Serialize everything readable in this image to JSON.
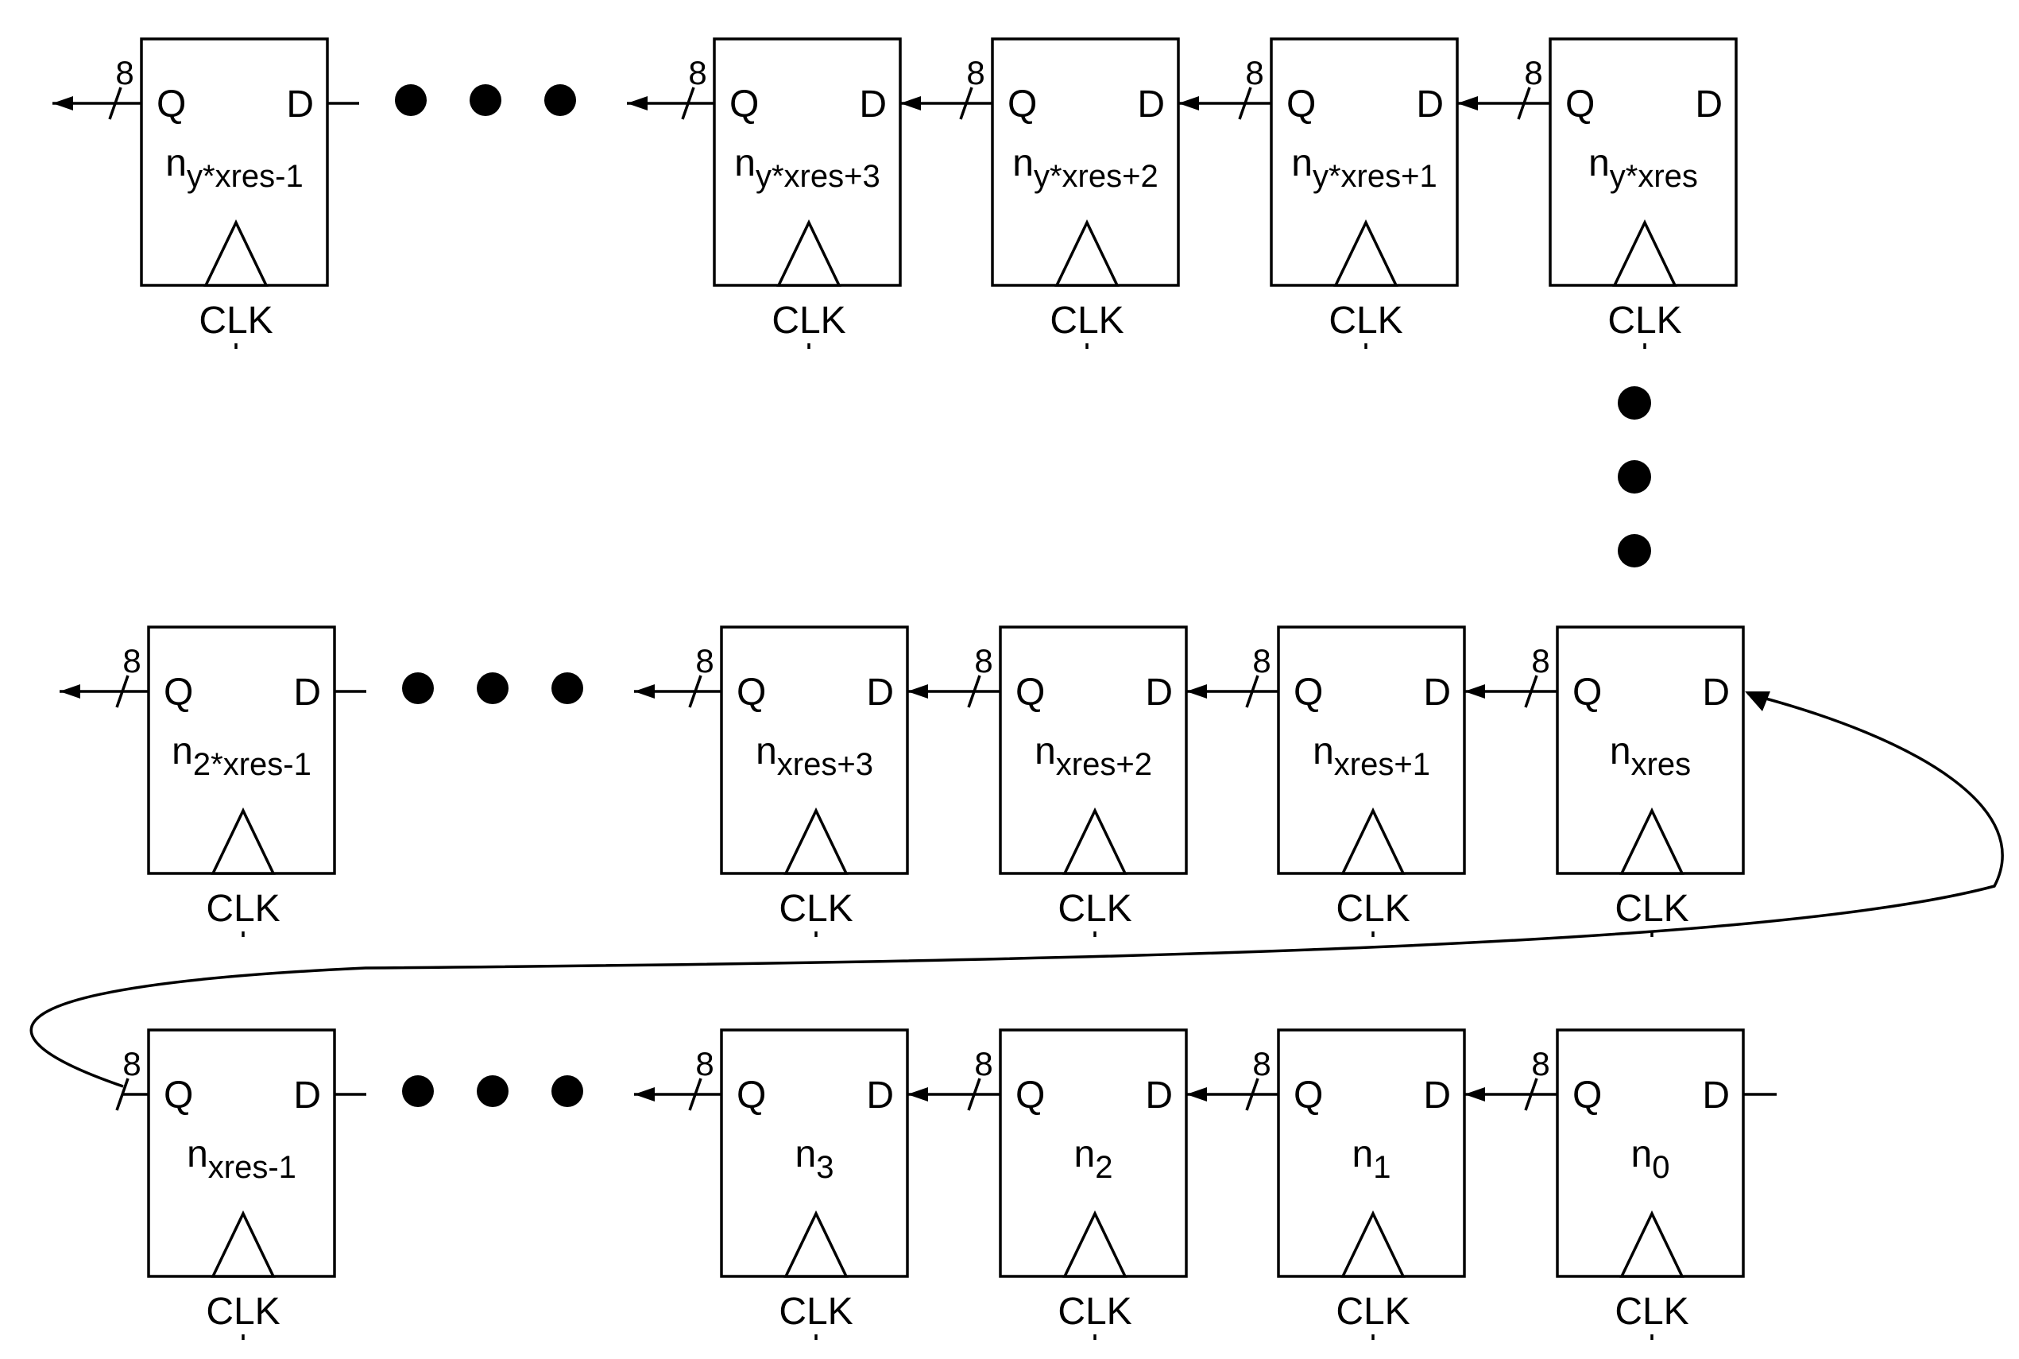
{
  "labels": {
    "q": "Q",
    "d": "D",
    "clk": "CLK",
    "bus_width": "8"
  },
  "rows": [
    {
      "row": "top",
      "registers": [
        {
          "base": "n",
          "sub": "y*xres-1"
        },
        {
          "base": "n",
          "sub": "y*xres+3"
        },
        {
          "base": "n",
          "sub": "y*xres+2"
        },
        {
          "base": "n",
          "sub": "y*xres+1"
        },
        {
          "base": "n",
          "sub": "y*xres"
        }
      ]
    },
    {
      "row": "middle",
      "registers": [
        {
          "base": "n",
          "sub": "2*xres-1"
        },
        {
          "base": "n",
          "sub": "xres+3"
        },
        {
          "base": "n",
          "sub": "xres+2"
        },
        {
          "base": "n",
          "sub": "xres+1"
        },
        {
          "base": "n",
          "sub": "xres"
        }
      ]
    },
    {
      "row": "bottom",
      "registers": [
        {
          "base": "n",
          "sub": "xres-1"
        },
        {
          "base": "n",
          "sub": "3"
        },
        {
          "base": "n",
          "sub": "2"
        },
        {
          "base": "n",
          "sub": "1"
        },
        {
          "base": "n",
          "sub": "0"
        }
      ]
    }
  ]
}
